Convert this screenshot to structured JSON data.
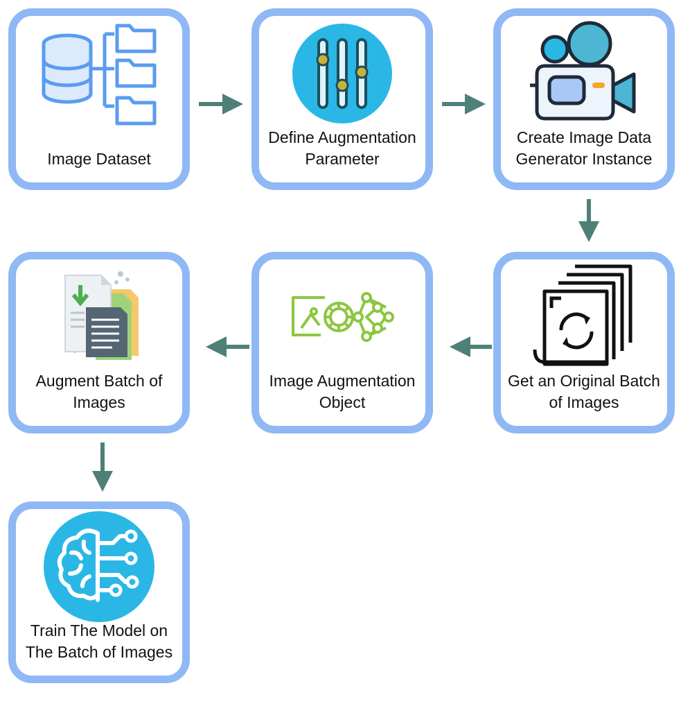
{
  "nodes": [
    {
      "id": "image-dataset",
      "label_lines": [
        "Image Dataset"
      ],
      "icon": "database-folders-icon"
    },
    {
      "id": "define-augmentation-parameter",
      "label_lines": [
        "Define Augmentation",
        "Parameter"
      ],
      "icon": "sliders-icon"
    },
    {
      "id": "create-image-data-generator",
      "label_lines": [
        "Create Image Data",
        "Generator Instance"
      ],
      "icon": "camera-icon"
    },
    {
      "id": "get-original-batch",
      "label_lines": [
        "Get an Original Batch",
        "of Images"
      ],
      "icon": "document-stack-refresh-icon"
    },
    {
      "id": "image-augmentation-object",
      "label_lines": [
        "Image Augmentation",
        "Object"
      ],
      "icon": "image-gear-network-icon"
    },
    {
      "id": "augment-batch",
      "label_lines": [
        "Augment Batch of",
        "Images"
      ],
      "icon": "documents-download-icon"
    },
    {
      "id": "train-model",
      "label_lines": [
        "Train The Model on",
        "The Batch of Images"
      ],
      "icon": "brain-circuit-icon"
    }
  ],
  "edges": [
    {
      "from": "image-dataset",
      "to": "define-augmentation-parameter"
    },
    {
      "from": "define-augmentation-parameter",
      "to": "create-image-data-generator"
    },
    {
      "from": "create-image-data-generator",
      "to": "get-original-batch"
    },
    {
      "from": "get-original-batch",
      "to": "image-augmentation-object"
    },
    {
      "from": "image-augmentation-object",
      "to": "augment-batch"
    },
    {
      "from": "augment-batch",
      "to": "train-model"
    }
  ],
  "colors": {
    "node_border": "#8fb8f5",
    "arrow": "#4e8078",
    "icon_blue": "#2bb7e6",
    "icon_green": "#8cc63f",
    "dataset_blue": "#5a9cf0"
  }
}
